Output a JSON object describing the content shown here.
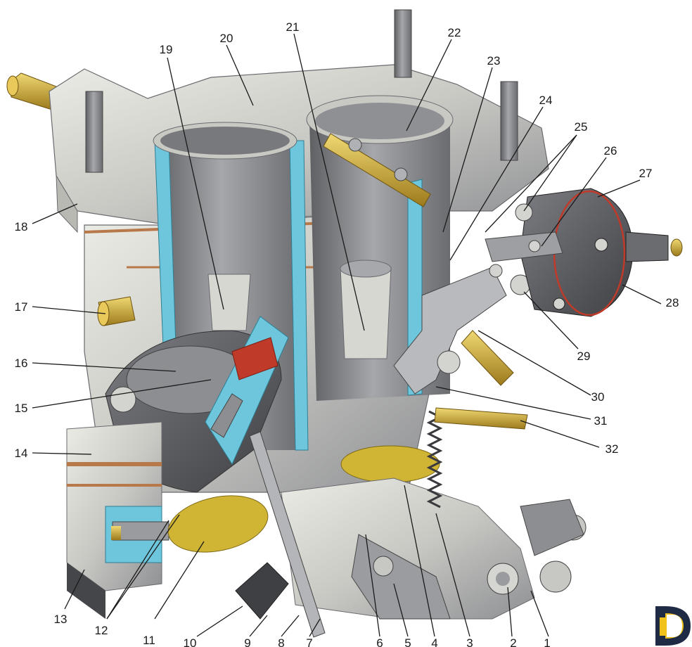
{
  "diagram": {
    "labels": [
      "1",
      "2",
      "3",
      "4",
      "5",
      "6",
      "7",
      "8",
      "9",
      "10",
      "11",
      "12",
      "13",
      "14",
      "15",
      "16",
      "17",
      "18",
      "19",
      "20",
      "21",
      "22",
      "23",
      "24",
      "25",
      "26",
      "27",
      "28",
      "29",
      "30",
      "31",
      "32"
    ],
    "colors": {
      "body": "#c8c8c4",
      "body_dark": "#8e8f92",
      "body_light": "#e4e4de",
      "section": "#6ec6dc",
      "gasket": "#b8794a",
      "brass": "#c8a43a",
      "accent_red": "#c03a2a",
      "background": "#ffffff"
    },
    "logo_icon": "logo-d-icon"
  }
}
